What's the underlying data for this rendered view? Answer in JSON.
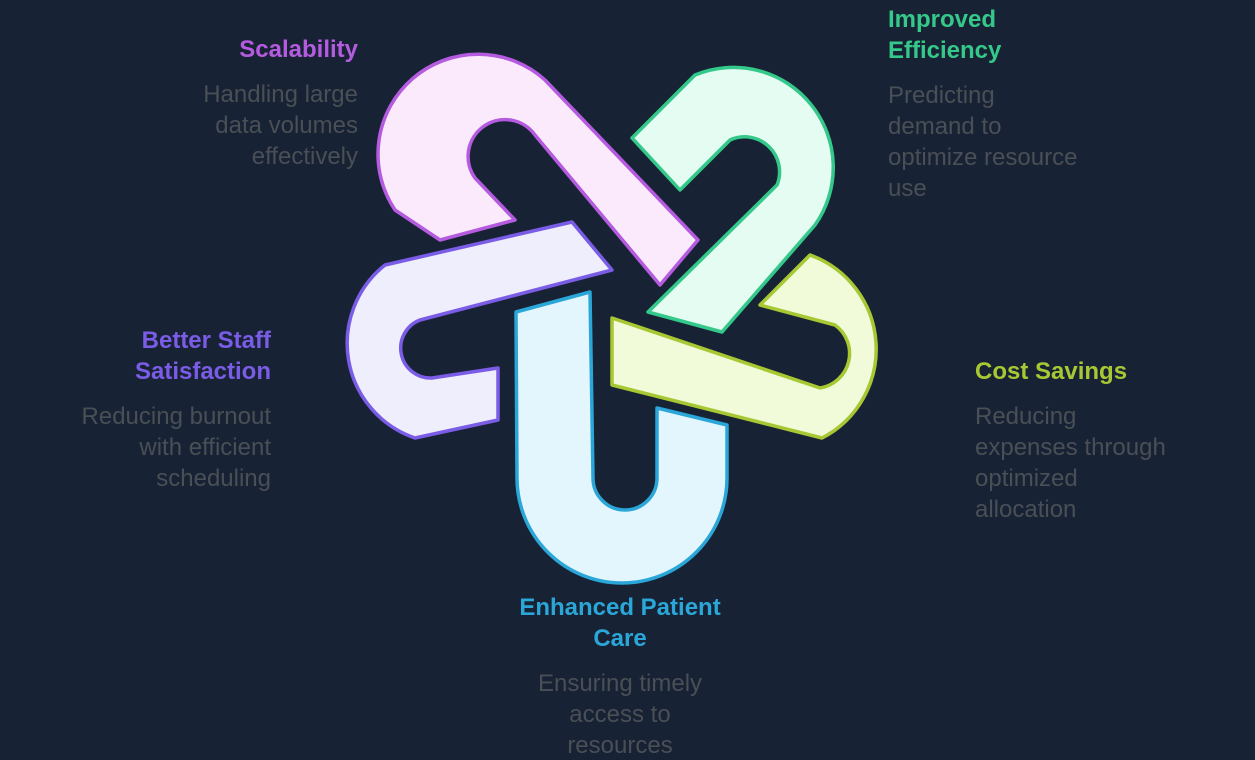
{
  "segments": [
    {
      "key": "scalability",
      "title": "Scalability",
      "description": "Handling large data volumes effectively",
      "desc_lines": [
        "Handling large",
        "data volumes",
        "effectively"
      ],
      "color": "#b55be0",
      "fill": "#fbeafc"
    },
    {
      "key": "efficiency",
      "title": "Improved Efficiency",
      "title_lines": [
        "Improved",
        "Efficiency"
      ],
      "description": "Predicting demand to optimize resource use",
      "desc_lines": [
        "Predicting",
        "demand to",
        "optimize resource",
        "use"
      ],
      "color": "#34c88a",
      "fill": "#e4fcf2"
    },
    {
      "key": "cost",
      "title": "Cost Savings",
      "description": "Reducing expenses through optimized allocation",
      "desc_lines": [
        "Reducing",
        "expenses through",
        "optimized",
        "allocation"
      ],
      "color": "#a7c832",
      "fill": "#f1fbd9"
    },
    {
      "key": "patient",
      "title": "Enhanced Patient Care",
      "title_lines": [
        "Enhanced Patient",
        "Care"
      ],
      "description": "Ensuring timely access to resources",
      "desc_lines": [
        "Ensuring timely",
        "access to",
        "resources"
      ],
      "color": "#2aa7d8",
      "fill": "#e4f6fd"
    },
    {
      "key": "staff",
      "title": "Better Staff Satisfaction",
      "title_lines": [
        "Better Staff",
        "Satisfaction"
      ],
      "description": "Reducing burnout with efficient scheduling",
      "desc_lines": [
        "Reducing burnout",
        "with efficient",
        "scheduling"
      ],
      "color": "#7a5ce6",
      "fill": "#efeefd"
    }
  ]
}
